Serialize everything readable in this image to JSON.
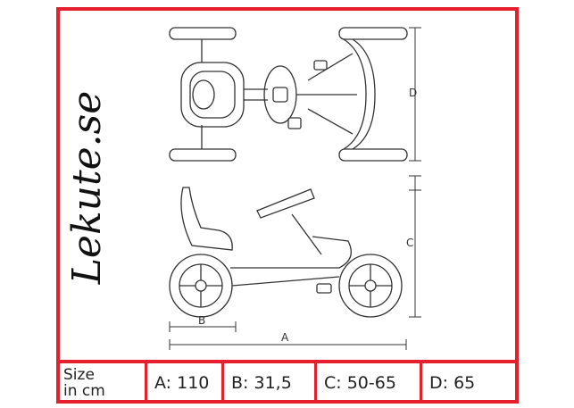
{
  "brand": {
    "logo_text": "Lekute.se"
  },
  "dimension_labels": {
    "a": "A",
    "b": "B",
    "c": "C",
    "d": "D"
  },
  "size_table": {
    "header": "Size\nin cm",
    "cells": [
      "A: 110",
      "B: 31,5",
      "C: 50-65",
      "D: 65"
    ]
  },
  "colors": {
    "frame": "#e5202e",
    "line": "#333333",
    "logo": "#111111"
  }
}
